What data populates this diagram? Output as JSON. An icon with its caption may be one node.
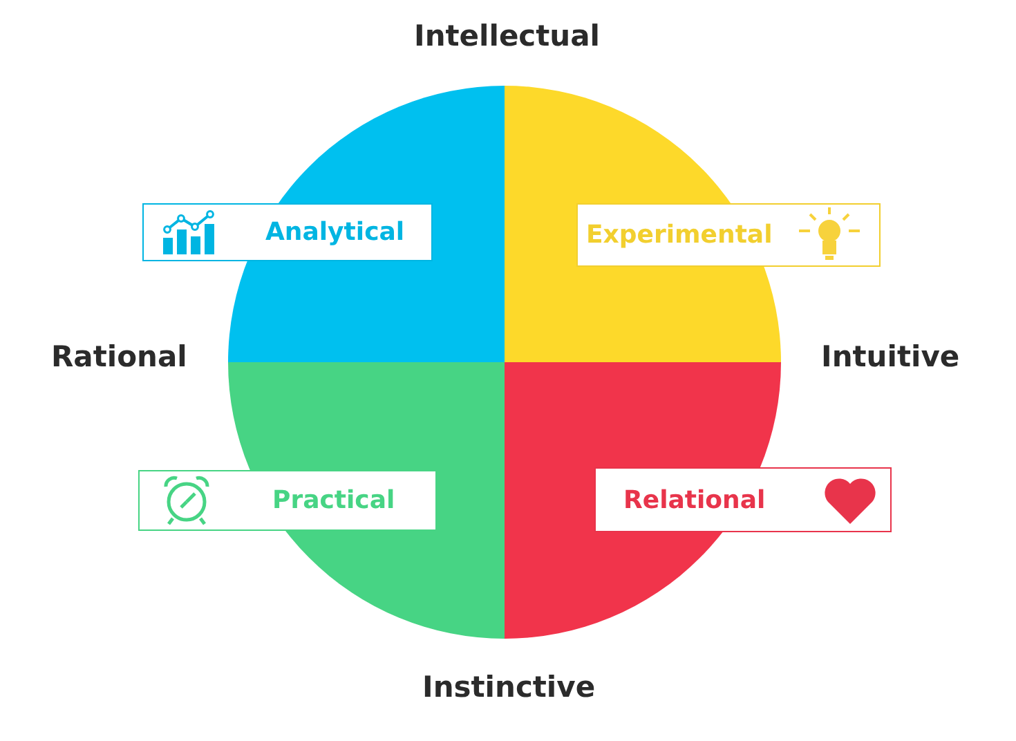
{
  "diagram": {
    "nodes": [
      {
        "text": [
          "Analytical"
        ]
      },
      {
        "text": [
          "Experimental"
        ]
      },
      {
        "text": [
          "Practical"
        ]
      },
      {
        "text": [
          "Relational"
        ]
      }
    ],
    "labels": [
      "Intellectual",
      "Rational",
      "Intuitive",
      "Instinctive"
    ]
  }
}
